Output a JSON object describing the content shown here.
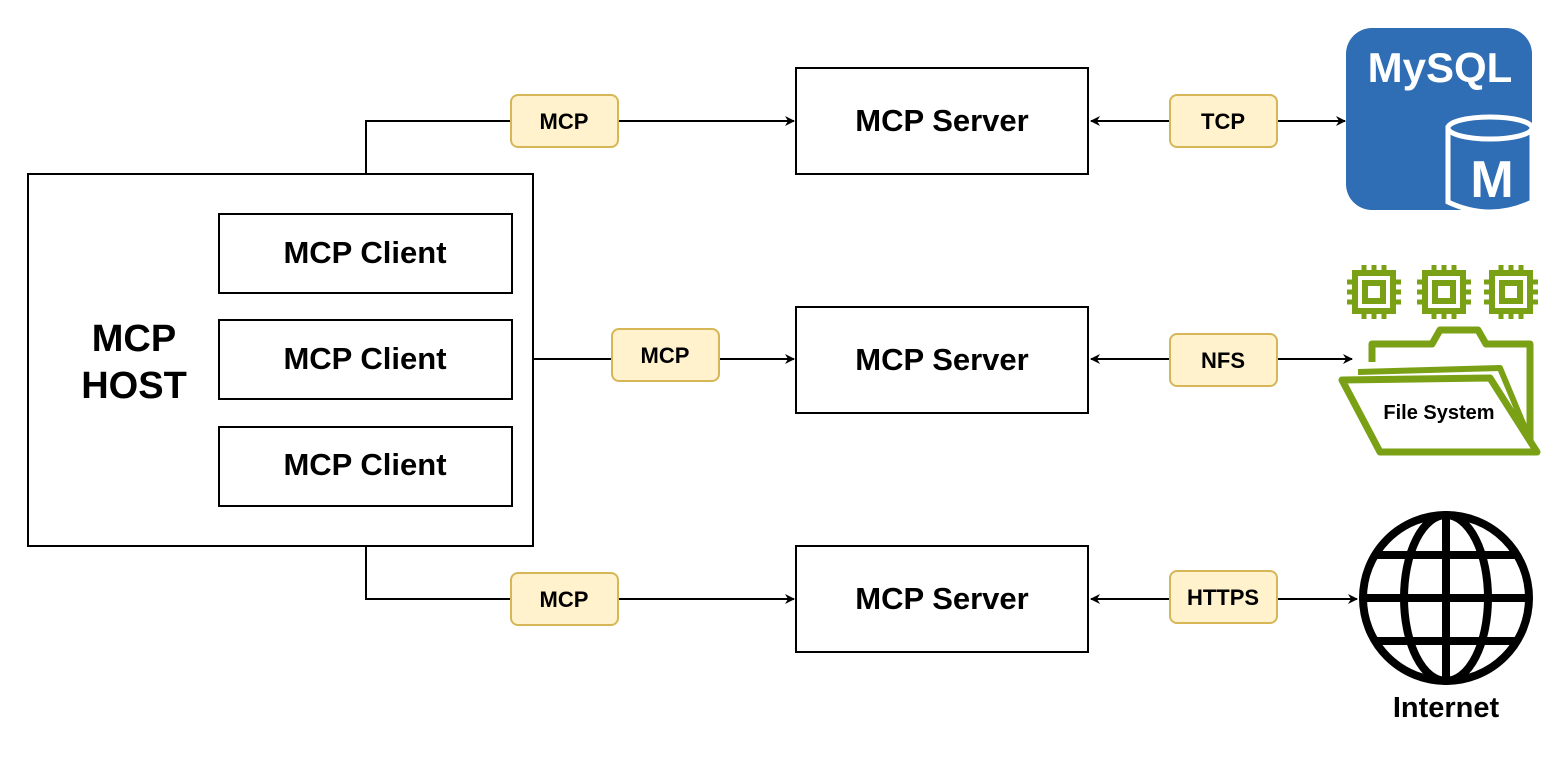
{
  "host": {
    "line1": "MCP",
    "line2": "HOST"
  },
  "clients": [
    "MCP Client",
    "MCP Client",
    "MCP Client"
  ],
  "servers": [
    "MCP Server",
    "MCP Server",
    "MCP Server"
  ],
  "protocols": {
    "host_to_server": [
      "MCP",
      "MCP",
      "MCP"
    ],
    "server_to_resource": [
      "TCP",
      "NFS",
      "HTTPS"
    ]
  },
  "resources": {
    "mysql": {
      "label": "MySQL",
      "badge": "M",
      "icon": "mysql-database-icon"
    },
    "filesystem": {
      "label": "File System",
      "icon": "folder-chips-icon"
    },
    "internet": {
      "label": "Internet",
      "icon": "globe-icon"
    }
  },
  "colors": {
    "protocol_fill": "#fff2cc",
    "protocol_stroke": "#d6b656",
    "mysql_blue": "#2f6eb5",
    "filesystem_green": "#7aa116",
    "line": "#000000"
  }
}
